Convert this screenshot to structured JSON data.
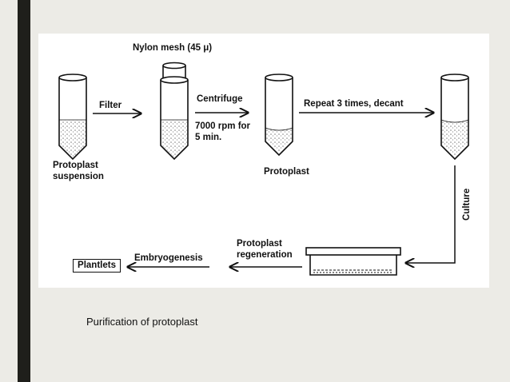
{
  "diagram": {
    "labels": {
      "nylon_mesh": "Nylon mesh (45 μ)",
      "filter": "Filter",
      "centrifuge": "Centrifuge",
      "centrifuge_speed": "7000 rpm for",
      "centrifuge_time": "5 min.",
      "repeat": "Repeat 3 times, decant",
      "protoplast_suspension_1": "Protoplast",
      "protoplast_suspension_2": "suspension",
      "protoplast": "Protoplast",
      "culture": "Culture",
      "regeneration_1": "Protoplast",
      "regeneration_2": "regeneration",
      "embryogenesis": "Embryogenesis",
      "plantlets": "Plantlets"
    }
  },
  "caption": "Purification of protoplast"
}
